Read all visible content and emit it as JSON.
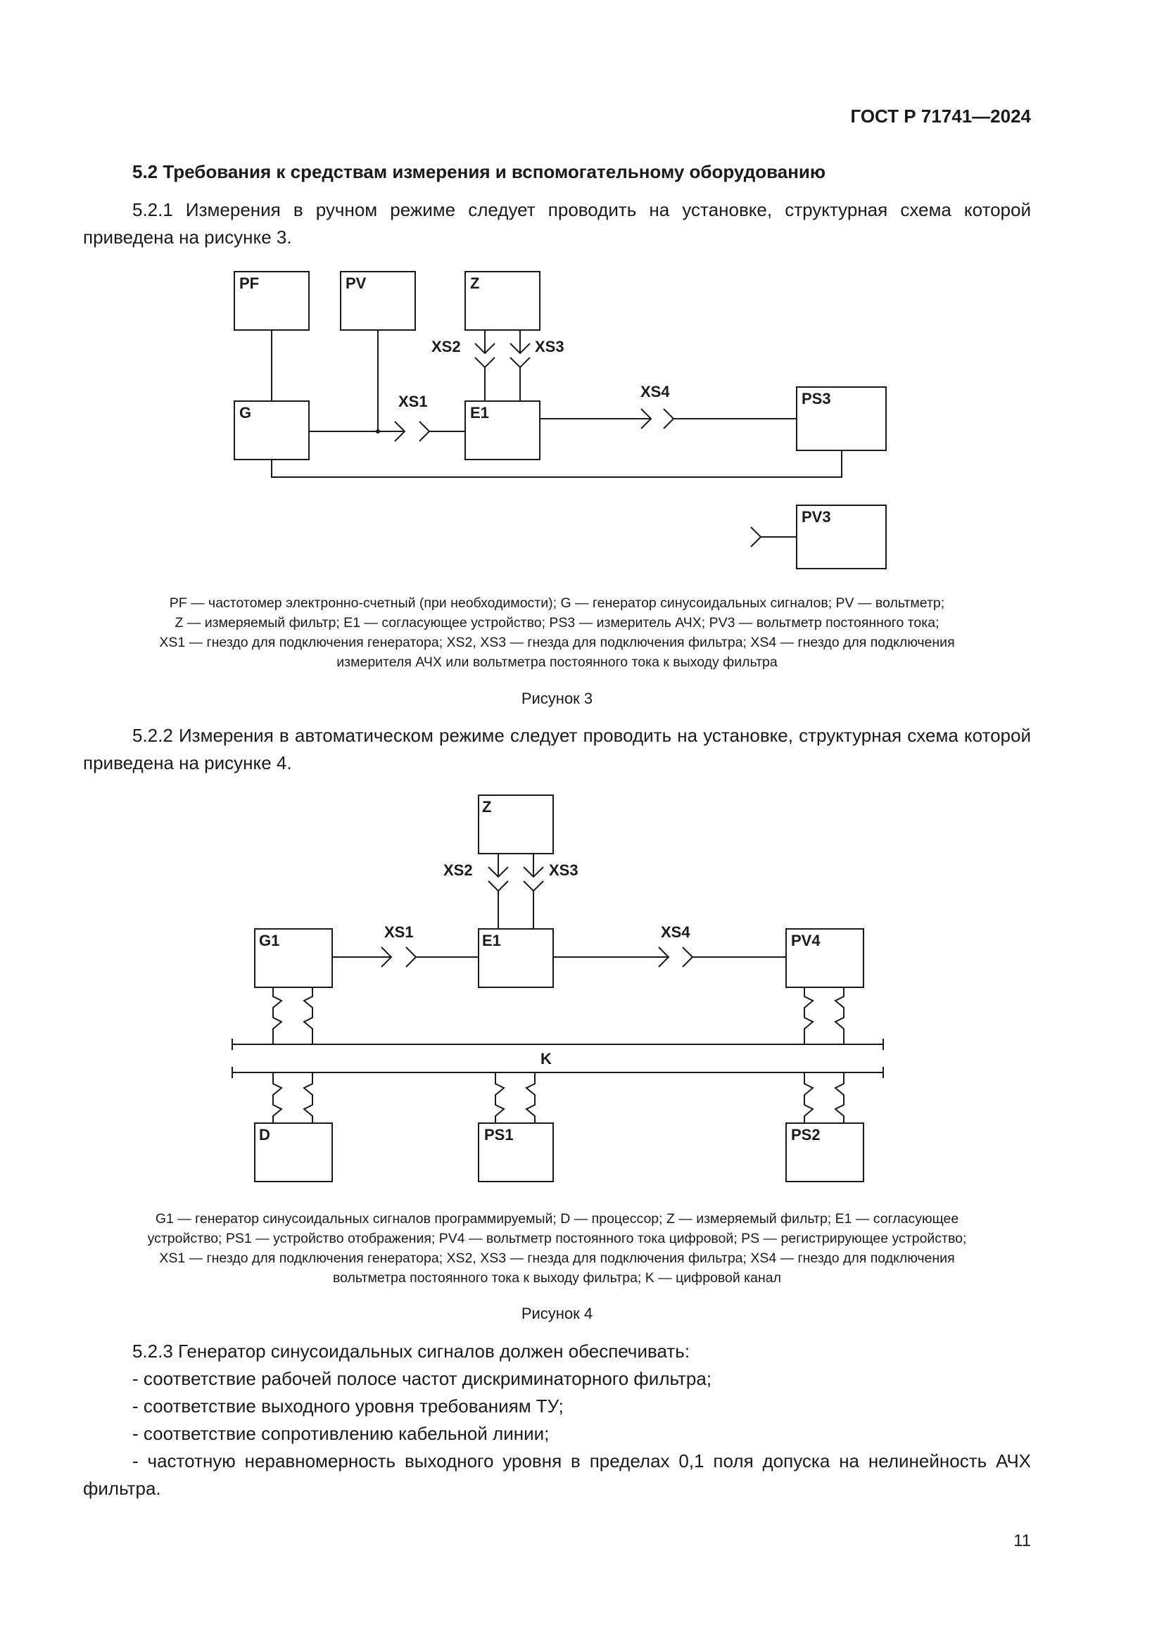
{
  "header": {
    "standard": "ГОСТ Р 71741—2024"
  },
  "section": {
    "title": "5.2 Требования к средствам измерения и вспомогательному оборудованию"
  },
  "p1": {
    "text": "5.2.1 Измерения в ручном режиме следует проводить на установке, структурная схема которой приведена на рисунке 3."
  },
  "fig3": {
    "labels": {
      "pf": "PF",
      "pv": "PV",
      "z": "Z",
      "g": "G",
      "e1": "E1",
      "ps3": "PS3",
      "pv3": "PV3",
      "xs1": "XS1",
      "xs2": "XS2",
      "xs3": "XS3",
      "xs4": "XS4"
    },
    "caption": [
      "PF — частотомер электронно-счетный (при необходимости); G — генератор синусоидальных сигналов; PV — вольтметр;",
      "Z — измеряемый фильтр; E1 — согласующее устройство; PS3 — измеритель АЧХ; PV3 — вольтметр постоянного тока;",
      "XS1 — гнездо для подключения генератора; XS2, XS3 — гнезда для подключения фильтра; XS4 — гнездо для подключения",
      "измерителя АЧХ или вольтметра постоянного тока к выходу фильтра"
    ],
    "label": "Рисунок 3"
  },
  "p2": {
    "text": "5.2.2 Измерения в автоматическом режиме следует проводить на установке, структурная схема которой приведена на рисунке 4."
  },
  "fig4": {
    "labels": {
      "z": "Z",
      "g1": "G1",
      "e1": "E1",
      "pv4": "PV4",
      "d": "D",
      "ps1": "PS1",
      "ps2": "PS2",
      "k": "K",
      "xs1": "XS1",
      "xs2": "XS2",
      "xs3": "XS3",
      "xs4": "XS4"
    },
    "caption": [
      "G1 — генератор синусоидальных сигналов программируемый; D — процессор; Z — измеряемый фильтр; E1 — согласующее",
      "устройство; PS1 — устройство отображения; PV4 — вольтметр постоянного тока цифровой; PS — регистрирующее устройство;",
      "XS1 — гнездо для подключения генератора; XS2, XS3 — гнезда для подключения фильтра; XS4 — гнездо для подключения",
      "вольтметра постоянного тока к выходу фильтра; K — цифровой канал"
    ],
    "label": "Рисунок 4"
  },
  "p3": {
    "intro": "5.2.3 Генератор синусоидальных сигналов должен обеспечивать:",
    "items": [
      "- соответствие рабочей полосе частот дискриминаторного фильтра;",
      "- соответствие выходного уровня требованиям ТУ;",
      "- соответствие сопротивлению кабельной линии;",
      "- частотную неравномерность выходного уровня в пределах 0,1 поля допуска на нелинейность АЧХ фильтра."
    ]
  },
  "footer": {
    "page": "11"
  }
}
